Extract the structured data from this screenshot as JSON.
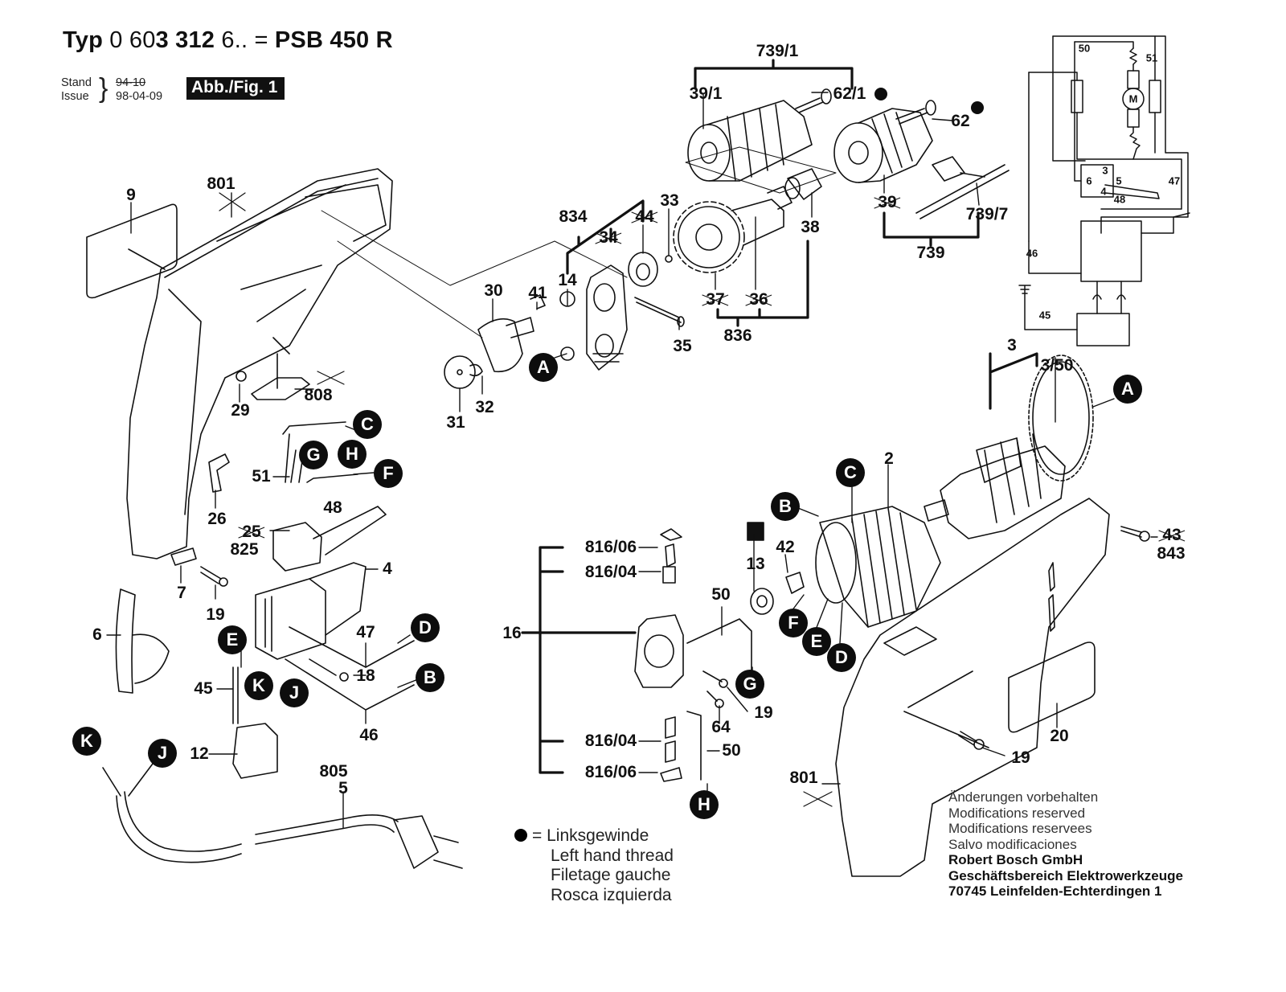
{
  "header": {
    "typ_label": "Typ",
    "part_number_prefix": "0 60",
    "part_number_bold": "3 312",
    "part_number_suffix": "6.. =",
    "model": "PSB 450 R",
    "stand_label": "Stand",
    "issue_label": "Issue",
    "stand_date_struck": "94-10",
    "issue_date": "98-04-09",
    "figure_tag": "Abb./Fig. 1"
  },
  "part_labels": [
    {
      "id": "p9",
      "text": "9"
    },
    {
      "id": "p801a",
      "text": "801",
      "crossed_marker": true
    },
    {
      "id": "p29",
      "text": "29"
    },
    {
      "id": "p808",
      "text": "808",
      "crossed_marker": true
    },
    {
      "id": "p739_1",
      "text": "739/1"
    },
    {
      "id": "p39_1",
      "text": "39/1"
    },
    {
      "id": "p62_1",
      "text": "62/1",
      "left_hand_thread": true
    },
    {
      "id": "p62",
      "text": "62",
      "left_hand_thread": true
    },
    {
      "id": "p39",
      "text": "39",
      "crossed": true
    },
    {
      "id": "p739_7",
      "text": "739/7"
    },
    {
      "id": "p739",
      "text": "739"
    },
    {
      "id": "p38",
      "text": "38"
    },
    {
      "id": "p33",
      "text": "33"
    },
    {
      "id": "p834",
      "text": "834"
    },
    {
      "id": "p44",
      "text": "44",
      "crossed": true
    },
    {
      "id": "p34",
      "text": "34",
      "crossed": true
    },
    {
      "id": "p14",
      "text": "14"
    },
    {
      "id": "p30",
      "text": "30"
    },
    {
      "id": "p41",
      "text": "41"
    },
    {
      "id": "p35",
      "text": "35"
    },
    {
      "id": "p37",
      "text": "37",
      "crossed": true
    },
    {
      "id": "p36",
      "text": "36",
      "crossed": true
    },
    {
      "id": "p836",
      "text": "836"
    },
    {
      "id": "p31",
      "text": "31"
    },
    {
      "id": "p32",
      "text": "32"
    },
    {
      "id": "p51",
      "text": "51"
    },
    {
      "id": "p48",
      "text": "48"
    },
    {
      "id": "p26",
      "text": "26"
    },
    {
      "id": "p25",
      "text": "25",
      "crossed": true
    },
    {
      "id": "p825",
      "text": "825"
    },
    {
      "id": "p4",
      "text": "4"
    },
    {
      "id": "p7",
      "text": "7"
    },
    {
      "id": "p19a",
      "text": "19"
    },
    {
      "id": "p6",
      "text": "6"
    },
    {
      "id": "p47",
      "text": "47"
    },
    {
      "id": "p18",
      "text": "18"
    },
    {
      "id": "p45",
      "text": "45"
    },
    {
      "id": "p46",
      "text": "46"
    },
    {
      "id": "p12",
      "text": "12"
    },
    {
      "id": "p805",
      "text": "805"
    },
    {
      "id": "p5",
      "text": "5"
    },
    {
      "id": "p816_06a",
      "text": "816/06"
    },
    {
      "id": "p816_04a",
      "text": "816/04"
    },
    {
      "id": "p16",
      "text": "16"
    },
    {
      "id": "p816_04b",
      "text": "816/04"
    },
    {
      "id": "p816_06b",
      "text": "816/06"
    },
    {
      "id": "p13",
      "text": "13"
    },
    {
      "id": "p42",
      "text": "42"
    },
    {
      "id": "p50a",
      "text": "50"
    },
    {
      "id": "p19b",
      "text": "19"
    },
    {
      "id": "p64",
      "text": "64"
    },
    {
      "id": "p50b",
      "text": "50"
    },
    {
      "id": "p2",
      "text": "2"
    },
    {
      "id": "p3",
      "text": "3"
    },
    {
      "id": "p3_50",
      "text": "3/50"
    },
    {
      "id": "p43",
      "text": "43",
      "crossed": true
    },
    {
      "id": "p843",
      "text": "843"
    },
    {
      "id": "p20",
      "text": "20"
    },
    {
      "id": "p19c",
      "text": "19"
    },
    {
      "id": "p801b",
      "text": "801",
      "crossed_marker": true
    }
  ],
  "connector_badges": [
    {
      "id": "bA1",
      "letter": "A"
    },
    {
      "id": "bA2",
      "letter": "A"
    },
    {
      "id": "bB1",
      "letter": "B"
    },
    {
      "id": "bB2",
      "letter": "B"
    },
    {
      "id": "bC1",
      "letter": "C"
    },
    {
      "id": "bC2",
      "letter": "C"
    },
    {
      "id": "bD1",
      "letter": "D"
    },
    {
      "id": "bD2",
      "letter": "D"
    },
    {
      "id": "bE1",
      "letter": "E"
    },
    {
      "id": "bE2",
      "letter": "E"
    },
    {
      "id": "bF1",
      "letter": "F"
    },
    {
      "id": "bF2",
      "letter": "F"
    },
    {
      "id": "bG1",
      "letter": "G"
    },
    {
      "id": "bG2",
      "letter": "G"
    },
    {
      "id": "bH1",
      "letter": "H"
    },
    {
      "id": "bH2",
      "letter": "H"
    },
    {
      "id": "bJ1",
      "letter": "J"
    },
    {
      "id": "bJ2",
      "letter": "J"
    },
    {
      "id": "bK1",
      "letter": "K"
    },
    {
      "id": "bK2",
      "letter": "K"
    }
  ],
  "schematic": {
    "labels": [
      "50",
      "51",
      "47",
      "48",
      "46",
      "45"
    ],
    "motor_symbol": "M",
    "switch_terminals": [
      "3",
      "6",
      "5",
      "4"
    ]
  },
  "legend": {
    "symbol": "●",
    "equals": "=",
    "lines": [
      "Linksgewinde",
      "Left hand thread",
      "Filetage gauche",
      "Rosca izquierda"
    ]
  },
  "notes": {
    "lines": [
      "Änderungen vorbehalten",
      "Modifications reserved",
      "Modifications reservees",
      "Salvo modificaciones"
    ],
    "company": [
      "Robert Bosch GmbH",
      "Geschäftsbereich Elektrowerkzeuge",
      "70745 Leinfelden-Echterdingen 1"
    ]
  }
}
